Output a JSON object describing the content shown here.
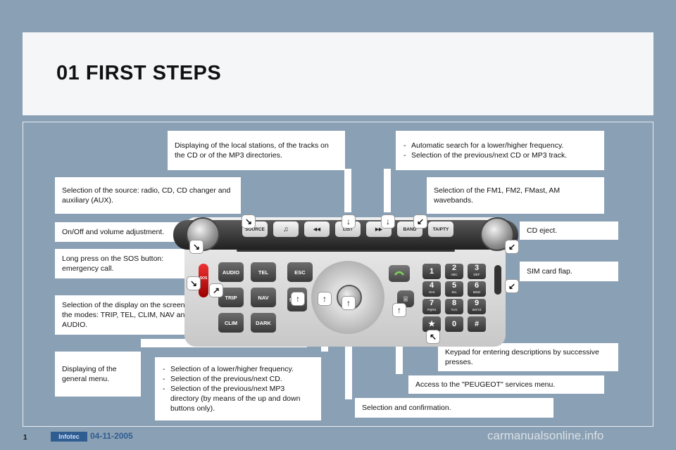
{
  "header": {
    "title": "01 FIRST STEPS"
  },
  "callouts": {
    "local_stations": "Displaying of the local stations, of the tracks on the CD or of the MP3 directories.",
    "auto_search": [
      "Automatic search for a lower/higher frequency.",
      "Selection of the previous/next CD or MP3 track."
    ],
    "source": "Selection of the source: radio, CD, CD changer and auxiliary (AUX).",
    "wavebands": "Selection of the FM1, FM2, FMast, AM wavebands.",
    "onoff": "On/Off and volume adjustment.",
    "cd_eject": "CD eject.",
    "sos": "Long press on the SOS button: emergency call.",
    "sim": "SIM card flap.",
    "display_modes": "Selection of the display on the screen from the modes: TRIP, TEL, CLIM, NAV and AUDIO.",
    "keypad": "Keypad for entering descriptions by successive presses.",
    "menu": "Displaying of the general menu.",
    "frequency": [
      "Selection of a lower/higher frequency.",
      "Selection of the previous/next CD.",
      "Selection of the previous/next MP3 directory (by means of the up and down buttons only)."
    ],
    "peugeot": "Access to the \"PEUGEOT\" services menu.",
    "confirm": "Selection and confirmation."
  },
  "radio": {
    "top_buttons": [
      "SOURCE",
      "♫",
      "◀◀",
      "LIST",
      "▶▶",
      "BAND",
      "TA/PTY"
    ],
    "mode_buttons": [
      "AUDIO",
      "TEL",
      "TRIP",
      "NAV",
      "CLIM",
      "DARK"
    ],
    "esc": "ESC",
    "menu": "MENU",
    "sos": "SOS",
    "keys": [
      {
        "d": "1",
        "l": ""
      },
      {
        "d": "2",
        "l": "ABC"
      },
      {
        "d": "3",
        "l": "DEF"
      },
      {
        "d": "4",
        "l": "GHI"
      },
      {
        "d": "5",
        "l": "JKL"
      },
      {
        "d": "6",
        "l": "MNO"
      },
      {
        "d": "7",
        "l": "PQRS"
      },
      {
        "d": "8",
        "l": "TUV"
      },
      {
        "d": "9",
        "l": "WXYZ"
      },
      {
        "d": "★",
        "l": ""
      },
      {
        "d": "0",
        "l": ""
      },
      {
        "d": "#",
        "l": ""
      }
    ]
  },
  "footer": {
    "page": "1",
    "badge": "Infotec",
    "date": "04-11-2005",
    "watermark": "carmanualsonline.info"
  },
  "colors": {
    "background": "#8aa0b4",
    "panel": "#f4f6f8",
    "badge": "#2f5d91"
  }
}
